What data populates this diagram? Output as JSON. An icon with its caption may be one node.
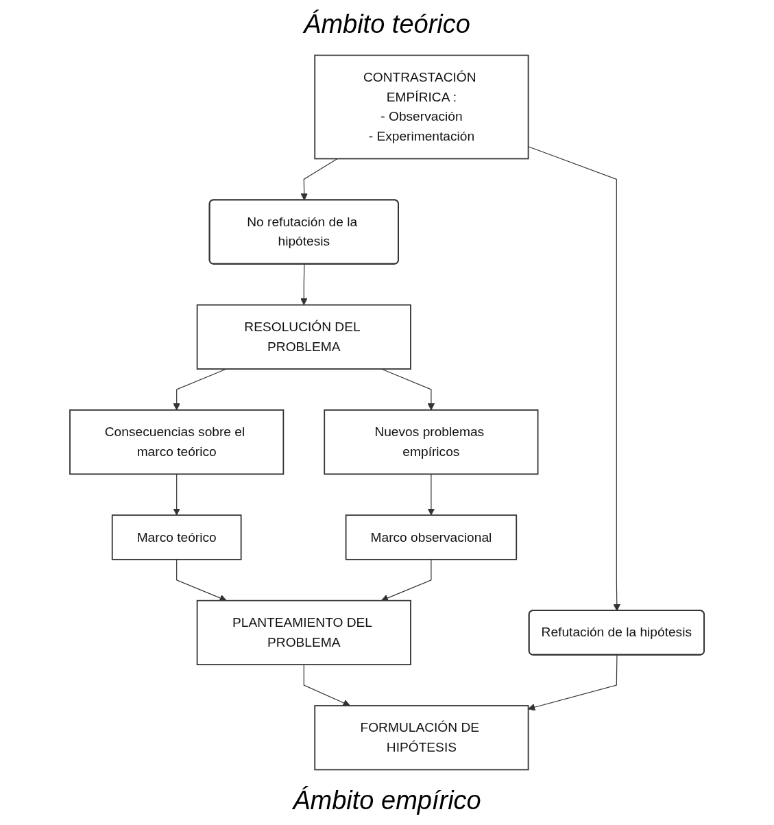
{
  "diagram": {
    "nodes": [
      {
        "text": [
          "Marco teórico"
        ]
      },
      {
        "text": [
          "Consecuencias sobre el marco teórico"
        ]
      },
      {
        "text": [
          "FORMULACIÓN DE HIPÓTESIS"
        ]
      },
      {
        "text": [
          "PLANTEAMIENTO DEL PROBLEMA"
        ]
      },
      {
        "text": [
          "RESOLUCIÓN DEL PROBLEMA"
        ]
      },
      {
        "text": [
          "CONTRASTACIÓN EMPÍRICA :",
          "- Observación",
          "- Experimentación"
        ]
      },
      {
        "text": [
          "Refutación de la hipótesis"
        ]
      },
      {
        "text": [
          "No refutación de la hipótesis"
        ]
      },
      {
        "text": [
          "Marco observacional"
        ]
      },
      {
        "text": [
          "Nuevos problemas empíricos"
        ]
      }
    ],
    "edges": [
      {
        "from": 1,
        "to": 0,
        "arrow": "to"
      },
      {
        "from": 0,
        "to": 3,
        "arrow": "to"
      },
      {
        "from": 3,
        "to": 2,
        "arrow": "to"
      },
      {
        "from": 6,
        "to": 2,
        "arrow": "to"
      },
      {
        "from": 5,
        "to": 6,
        "arrow": "to"
      },
      {
        "from": 5,
        "to": 7,
        "arrow": "to"
      },
      {
        "from": 7,
        "to": 4,
        "arrow": "to"
      },
      {
        "from": 4,
        "to": 1,
        "arrow": "to"
      },
      {
        "from": 4,
        "to": 9,
        "arrow": "to"
      },
      {
        "from": 9,
        "to": 8,
        "arrow": "to"
      },
      {
        "from": 8,
        "to": 3,
        "arrow": "to"
      }
    ],
    "labels": [
      "Ámbito teórico",
      "Ámbito empírico"
    ]
  }
}
